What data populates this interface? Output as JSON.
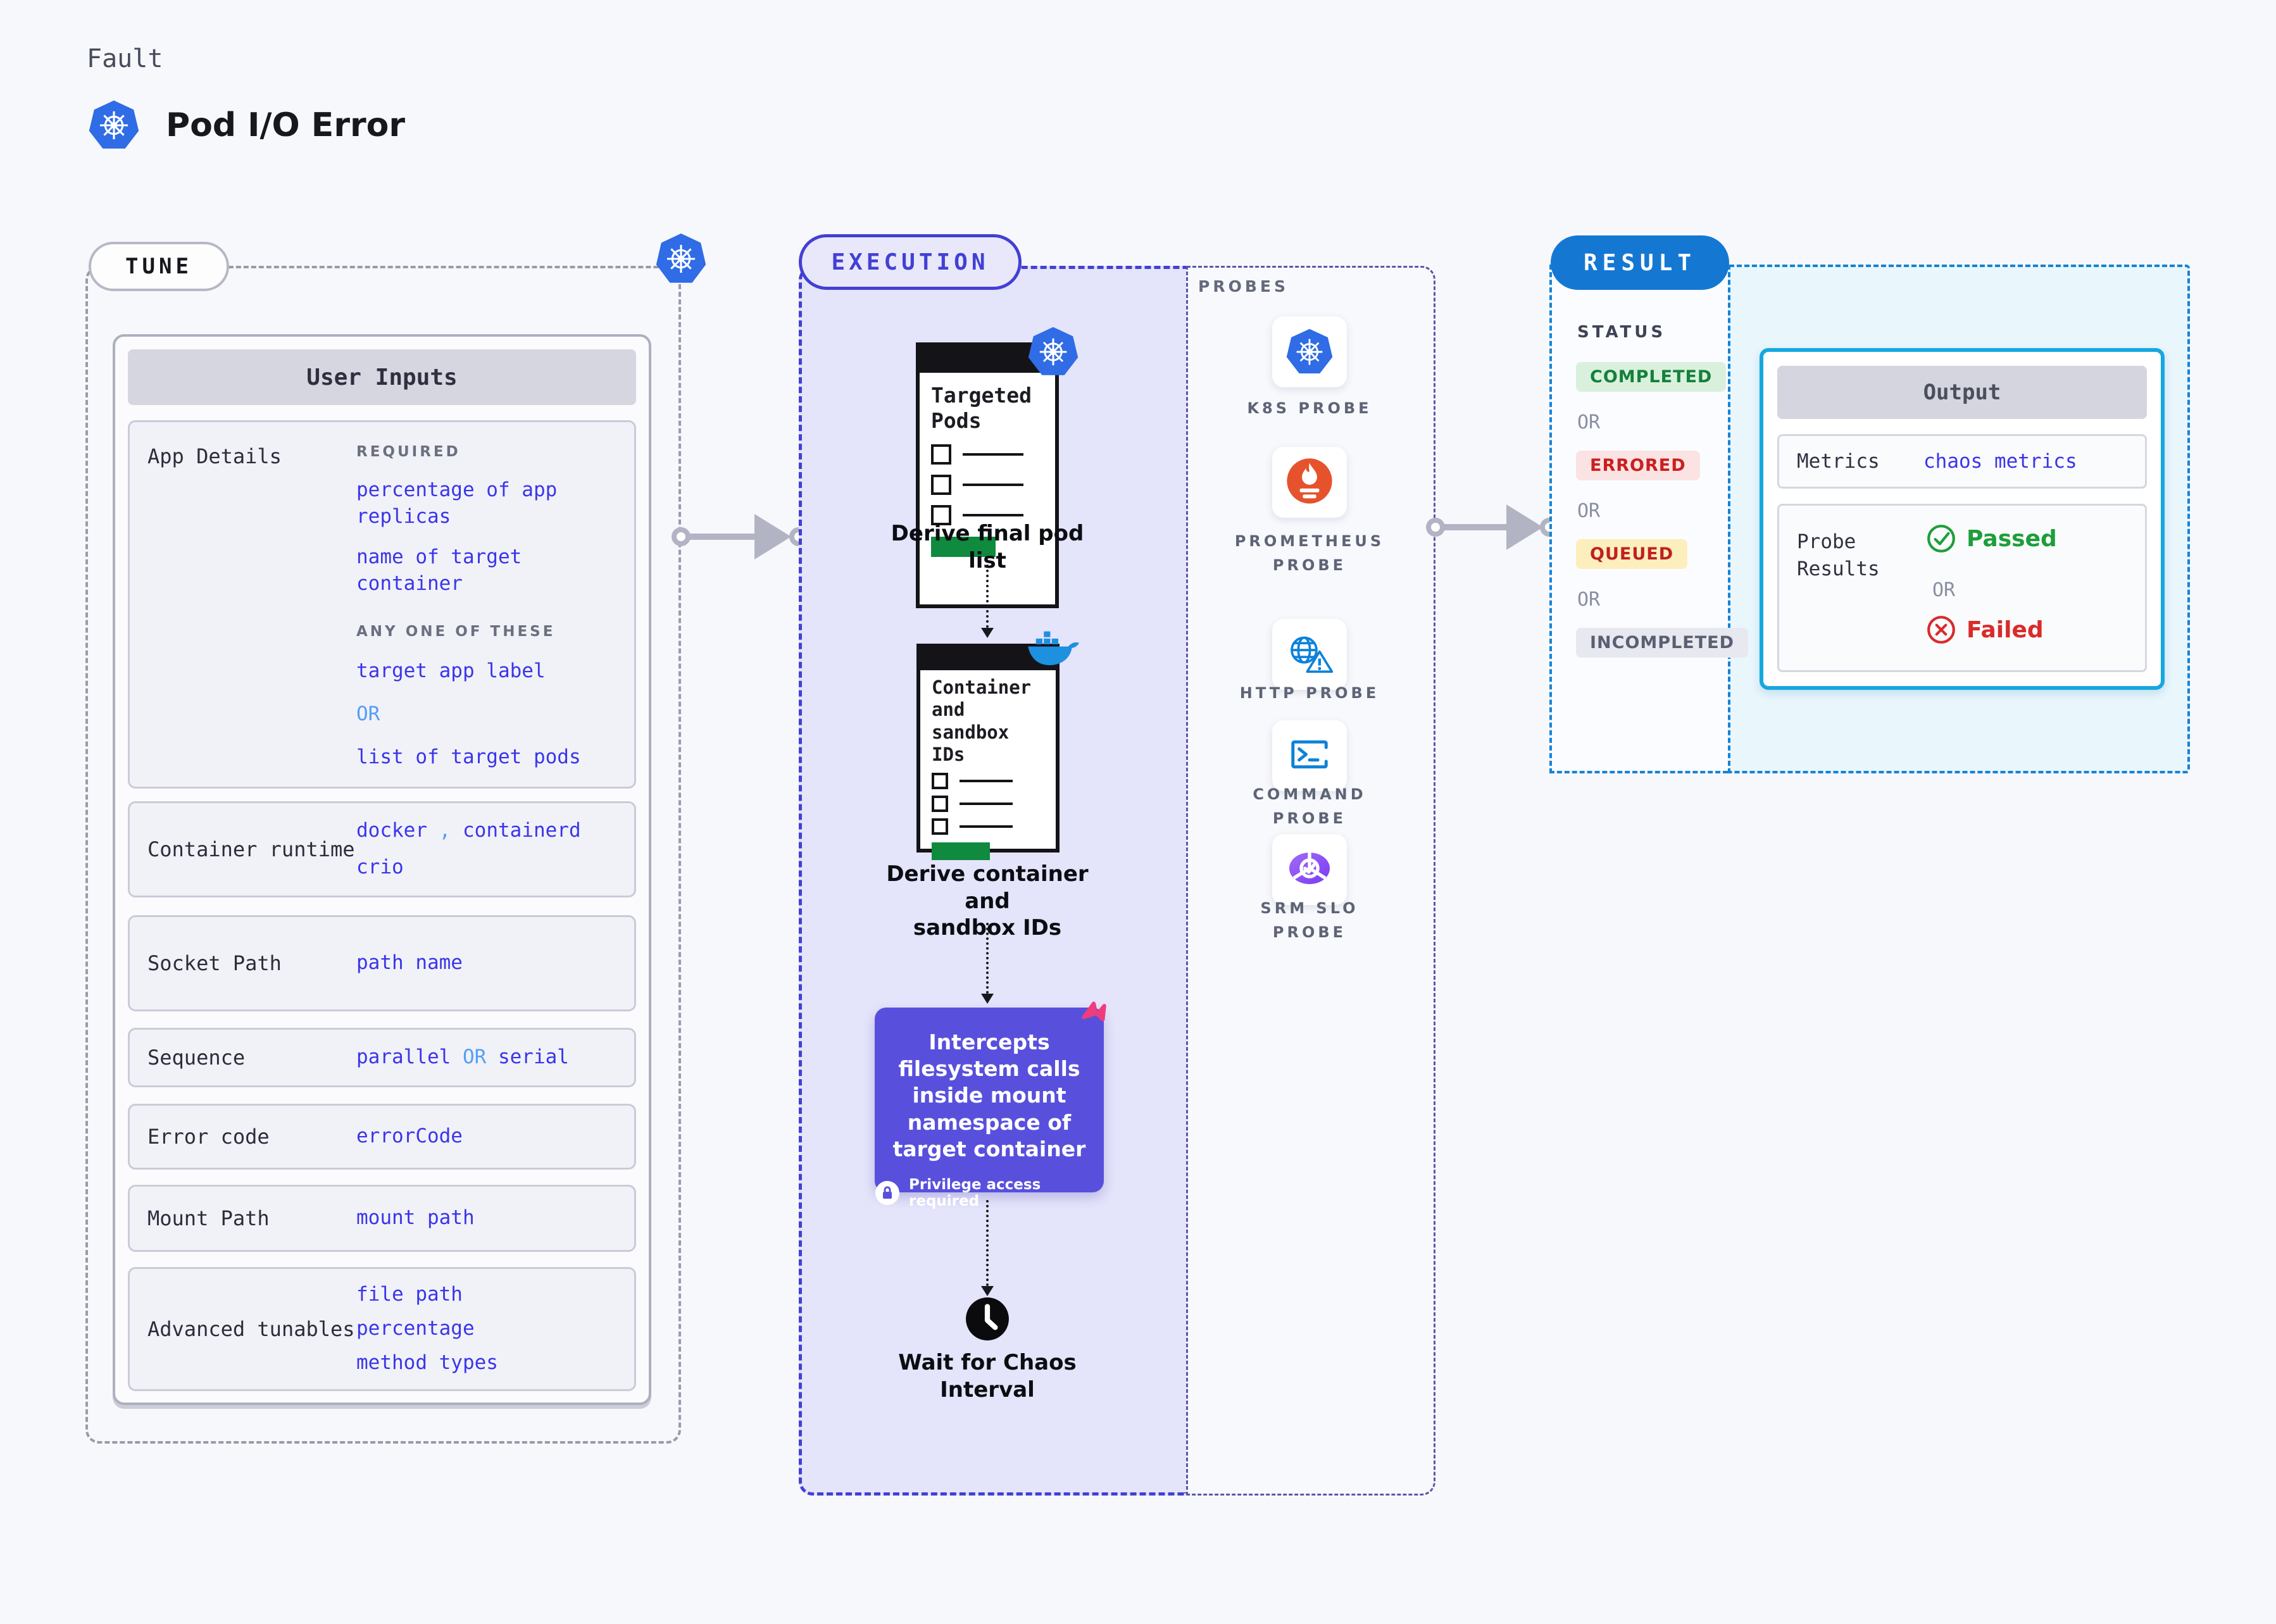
{
  "page": {
    "eyebrow": "Fault",
    "title": "Pod I/O Error"
  },
  "tune": {
    "label": "TUNE",
    "panel_title": "User Inputs",
    "app_details": {
      "label": "App Details",
      "required_caption": "REQUIRED",
      "required_item_1": "percentage of app replicas",
      "required_item_2": "name of target container",
      "any_caption": "ANY ONE OF THESE",
      "option_a": "target app label",
      "or": "OR",
      "option_b": "list of target pods"
    },
    "container_runtime": {
      "label": "Container runtime",
      "value_a": "docker",
      "comma": ",",
      "value_b": "containerd",
      "value_c": "crio"
    },
    "socket_path": {
      "label": "Socket Path",
      "value": "path name"
    },
    "sequence": {
      "label": "Sequence",
      "value_a": "parallel",
      "or": "OR",
      "value_b": "serial"
    },
    "error_code": {
      "label": "Error code",
      "value": "errorCode"
    },
    "mount_path": {
      "label": "Mount Path",
      "value": "mount path"
    },
    "advanced_tunables": {
      "label": "Advanced tunables",
      "item_1": "file path",
      "item_2": "percentage",
      "item_3": "method types"
    }
  },
  "execution": {
    "label": "EXECUTION",
    "step1": {
      "doc_title": "Targeted Pods",
      "caption": "Derive final pod list"
    },
    "step2": {
      "doc_title": "Container and sandbox IDs",
      "caption_line1": "Derive container and",
      "caption_line2": "sandbox IDs"
    },
    "step3": {
      "text": "Intercepts filesystem calls inside mount namespace of target container",
      "badge": "Privilege access required"
    },
    "step4": {
      "caption_line1": "Wait for Chaos",
      "caption_line2": "Interval"
    }
  },
  "probes": {
    "label": "PROBES",
    "items": [
      "K8S PROBE",
      "PROMETHEUS PROBE",
      "HTTP PROBE",
      "COMMAND PROBE",
      "SRM SLO PROBE"
    ]
  },
  "result": {
    "label": "RESULT",
    "status_label": "STATUS",
    "statuses": [
      "COMPLETED",
      "ERRORED",
      "QUEUED",
      "INCOMPLETED"
    ],
    "or": "OR",
    "output": {
      "title": "Output",
      "metrics_label": "Metrics",
      "metrics_value": "chaos metrics",
      "probe_results_label": "Probe Results",
      "passed": "Passed",
      "or": "OR",
      "failed": "Failed"
    }
  },
  "colors": {
    "accent_indigo": "#4340d4",
    "result_blue": "#1478d2",
    "mono_blue": "#3b35ea",
    "light_blue": "#559ef7",
    "purple_box": "#5850dc",
    "green": "#1e9e3a",
    "red": "#d92b2b",
    "k8s_blue": "#2f6ce5",
    "prometheus_orange": "#e6522c",
    "cyan_border": "#16a7e0",
    "litmus_pink": "#ee3d7d",
    "green_bar": "#0f8a3e"
  }
}
